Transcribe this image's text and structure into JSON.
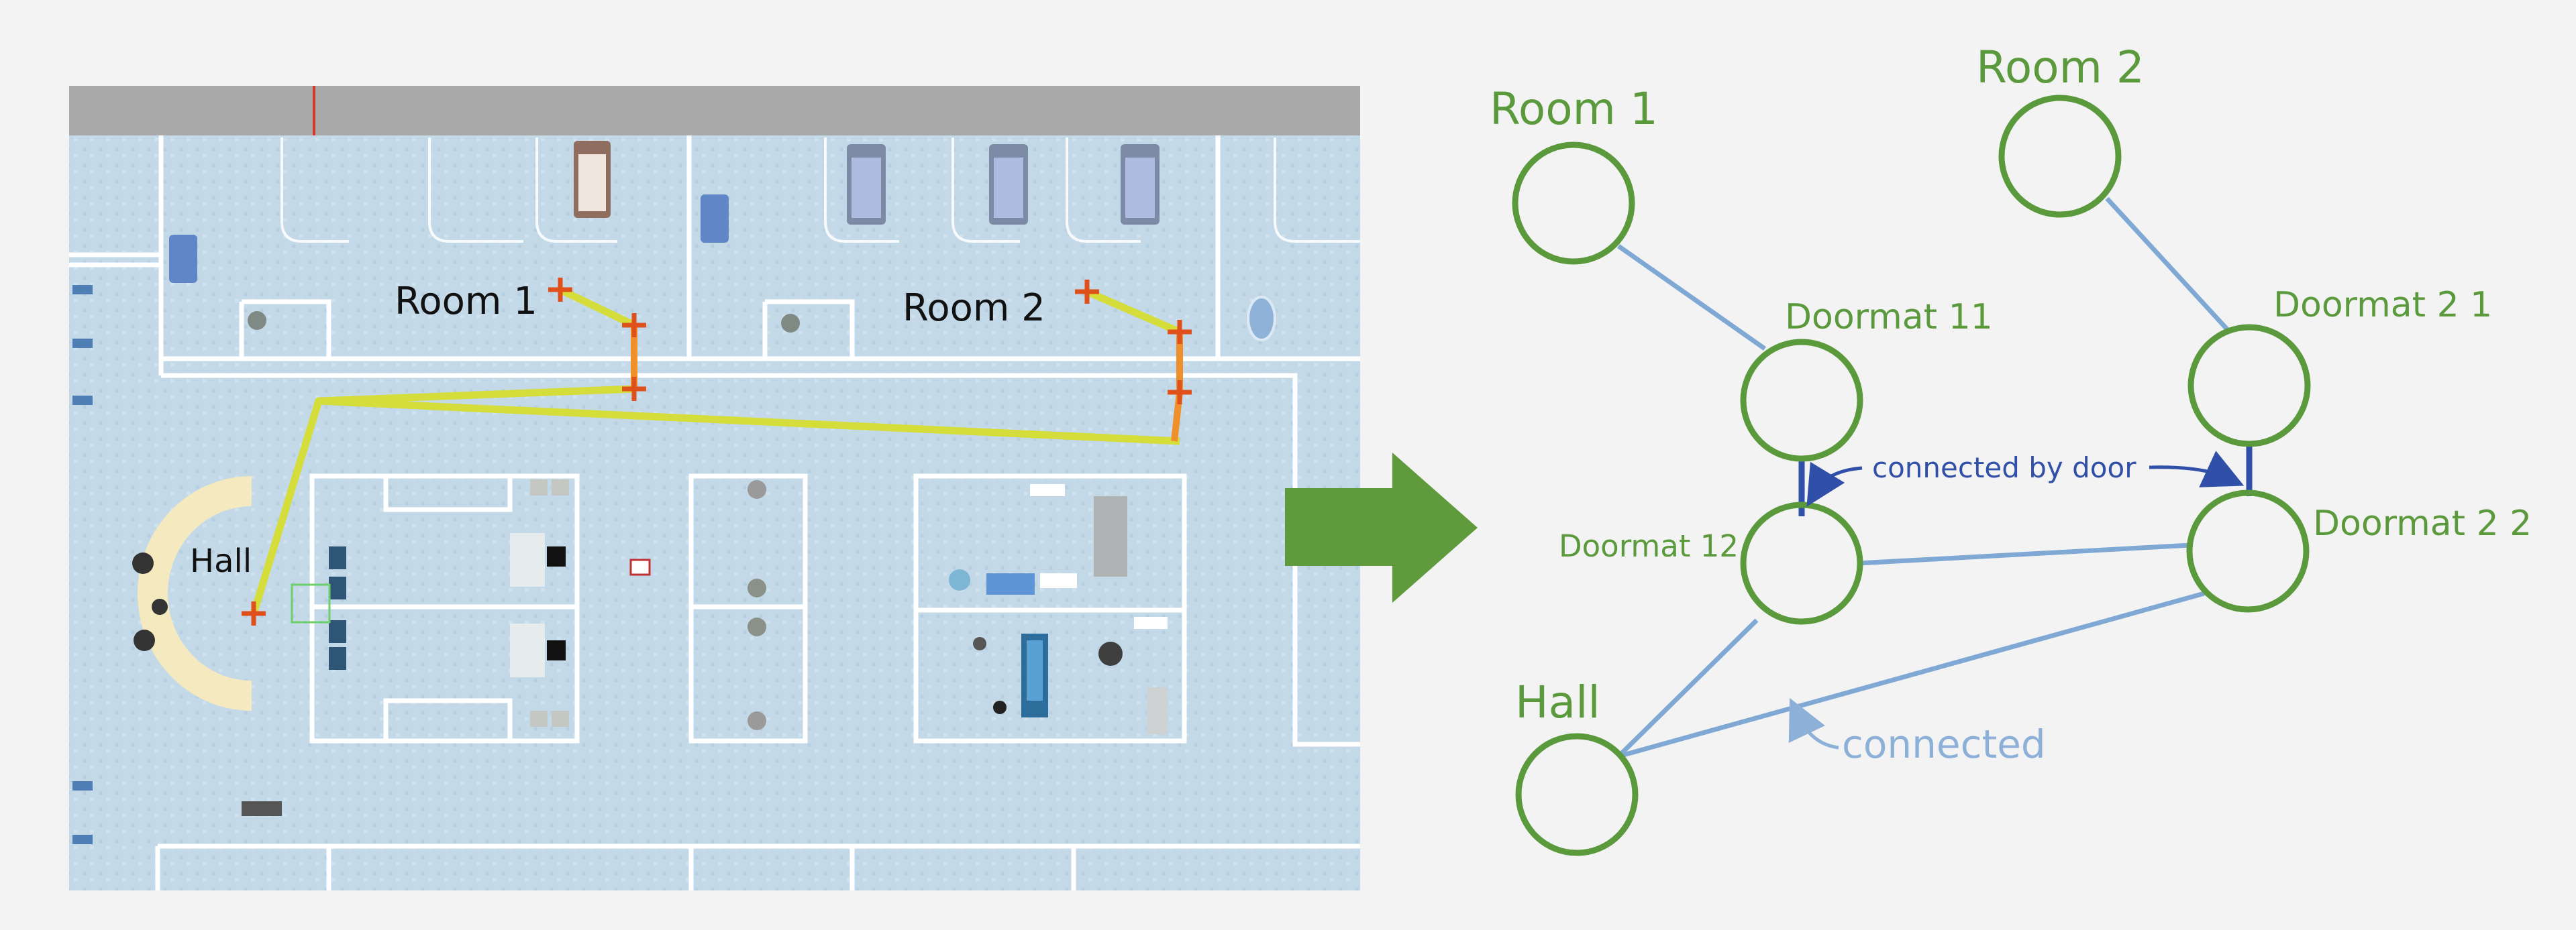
{
  "floorplan": {
    "room1_label": "Room 1",
    "room2_label": "Room 2",
    "hall_label": "Hall"
  },
  "graph": {
    "nodes": {
      "room1": "Room 1",
      "room2": "Room 2",
      "doormat11": "Doormat 11",
      "doormat21": "Doormat 2 1",
      "doormat12": "Doormat 12",
      "doormat22": "Doormat 2 2",
      "hall": "Hall"
    },
    "annotations": {
      "door": "connected by door",
      "connected": "connected"
    }
  },
  "colors": {
    "node": "#5b9a3c",
    "edge_connected": "#7fa9d4",
    "edge_door": "#2f4fa8",
    "arrow": "#5f9a3d",
    "path": "#d4dd3a"
  }
}
